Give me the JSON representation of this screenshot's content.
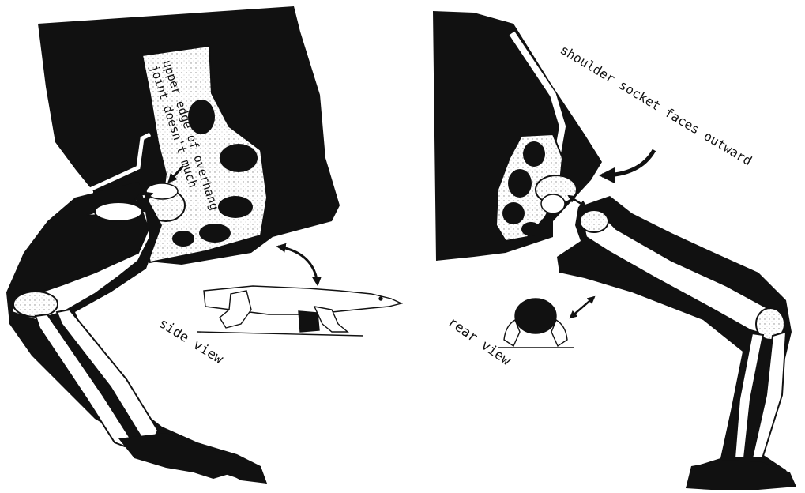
{
  "colors": {
    "ink": "#111111",
    "bone": "#ffffff",
    "paper": "#ffffff",
    "stipple": "#9a9a9a"
  },
  "left_panel": {
    "caption": "side view",
    "annotation_line1": "upper edge of overhang",
    "annotation_line2": "joint doesn't much"
  },
  "right_panel": {
    "caption": "rear view",
    "annotation": "shoulder socket faces outward"
  }
}
